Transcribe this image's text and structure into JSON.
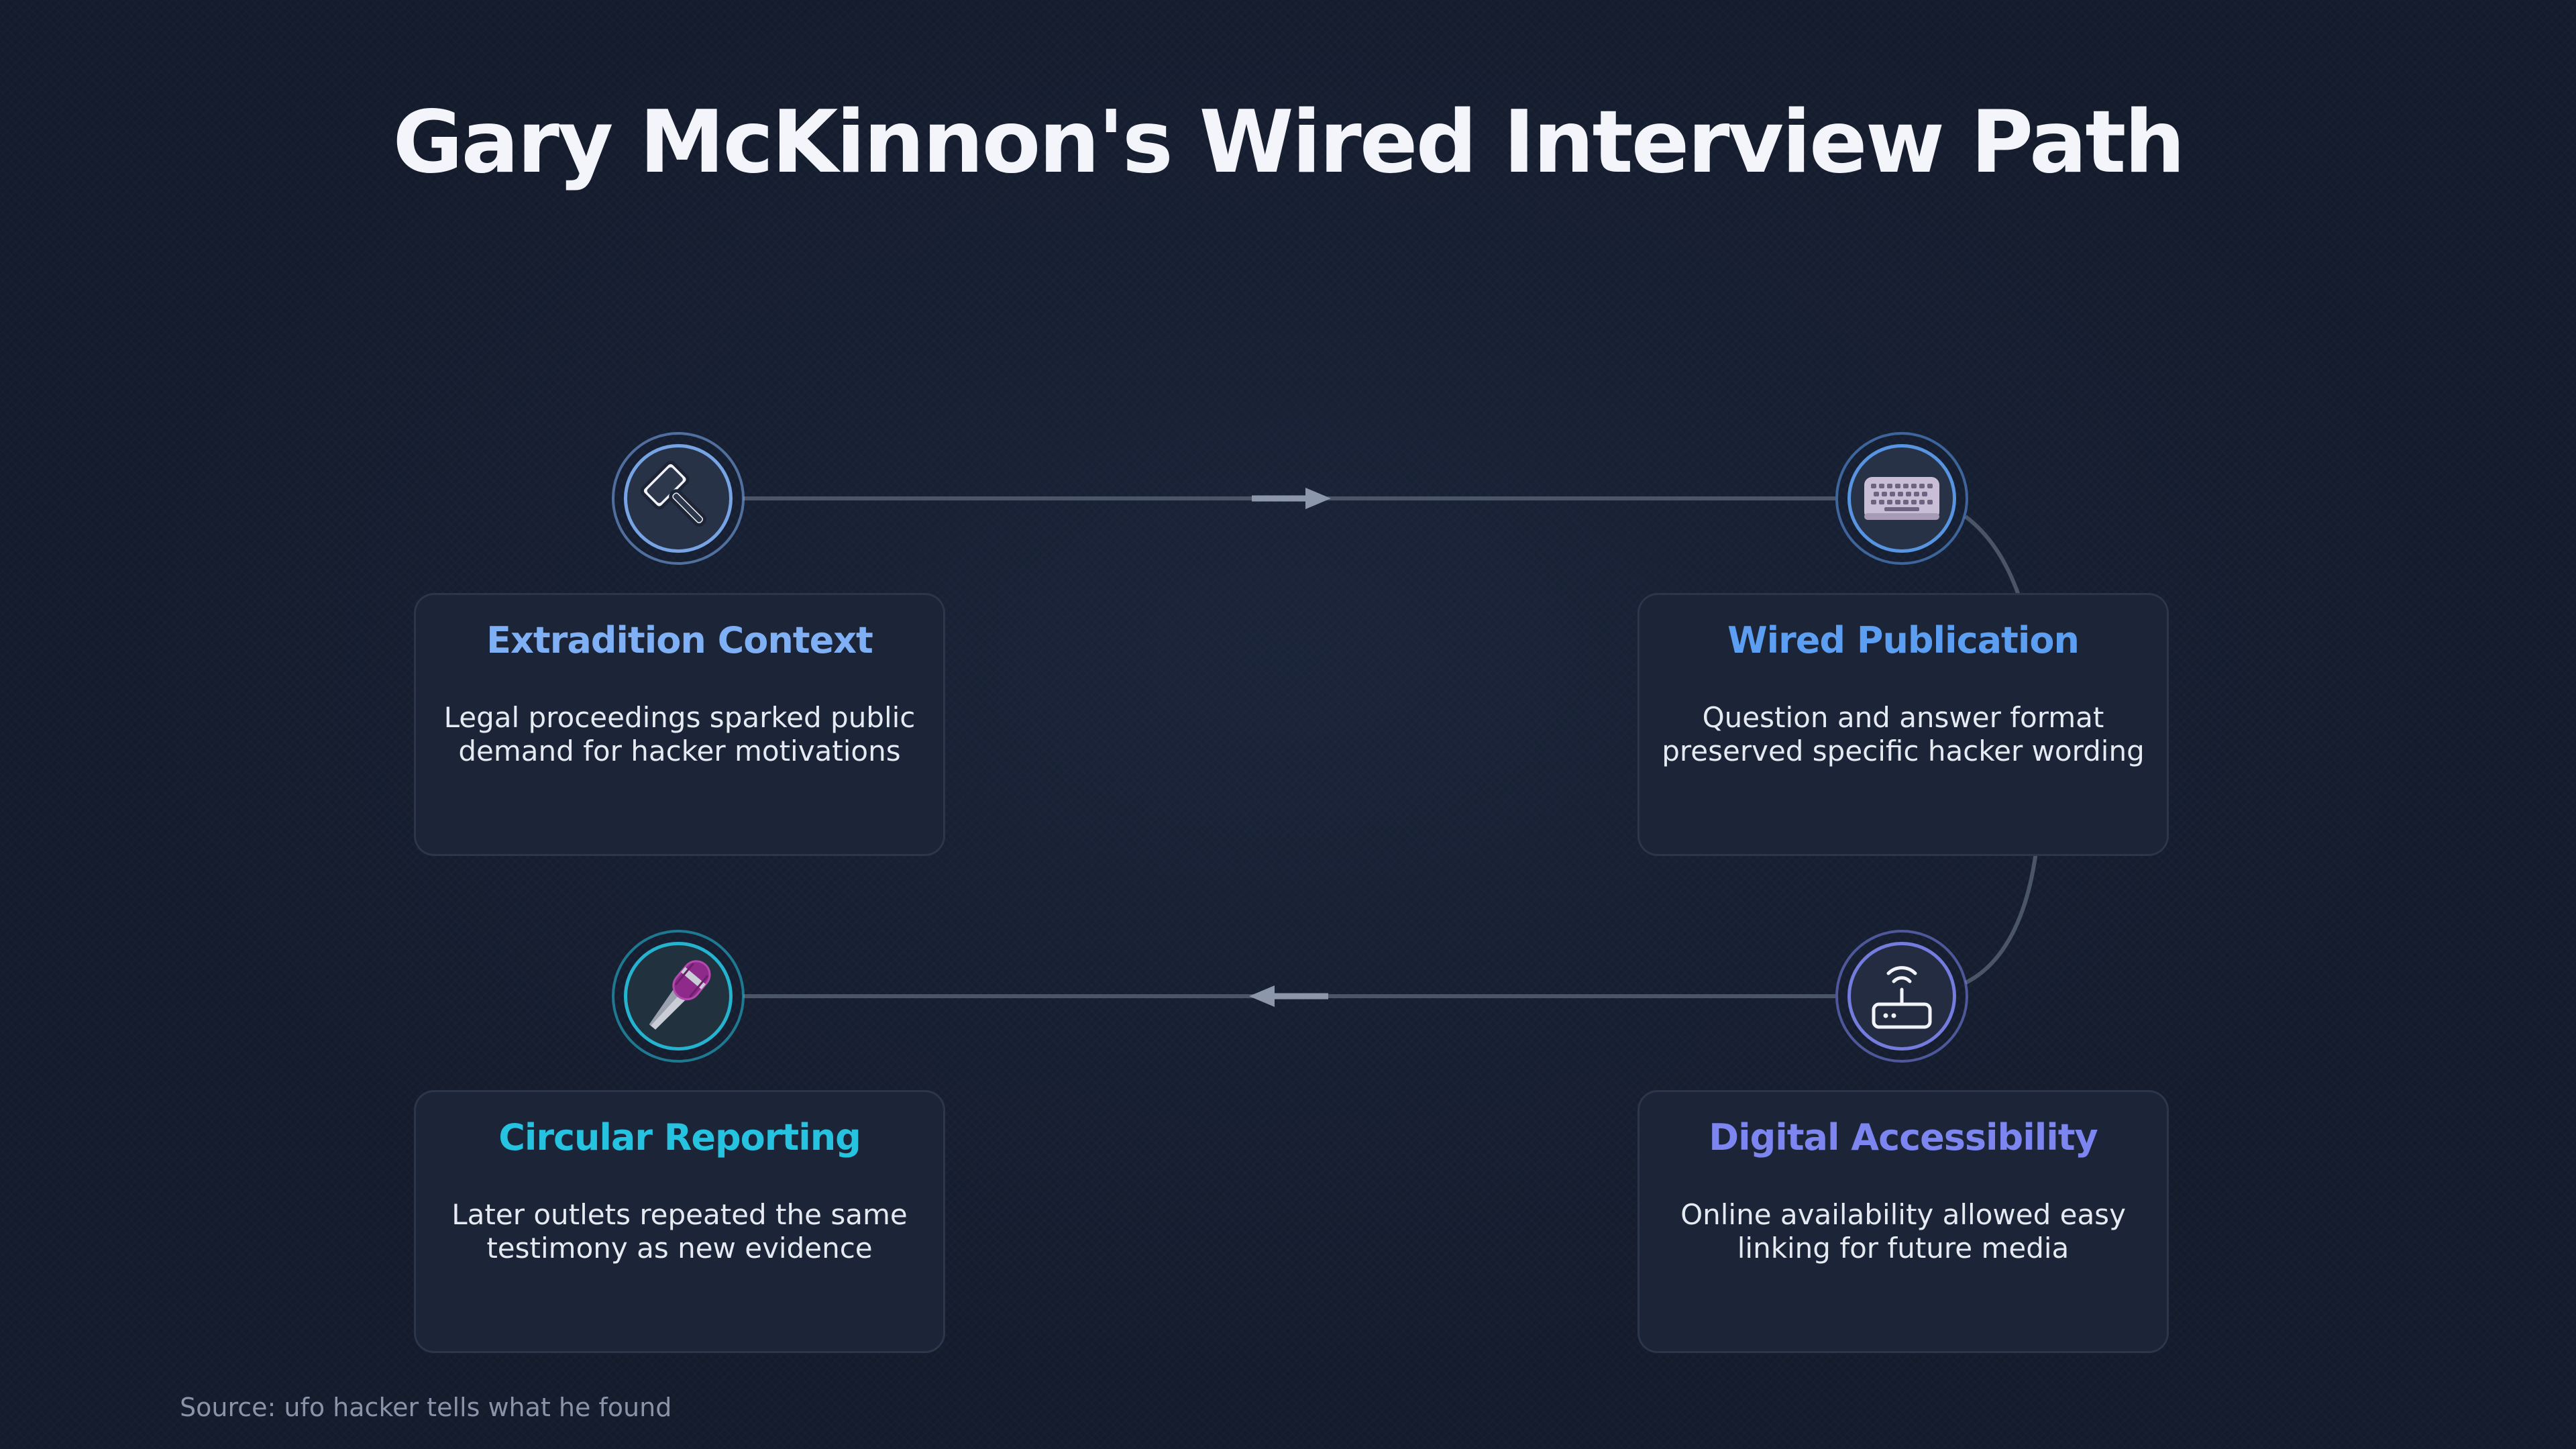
{
  "title": "Gary McKinnon's Wired Interview Path",
  "source": "Source: ufo hacker tells what he found",
  "colors": {
    "background": "#131b2c",
    "card": "#1c2538",
    "connector": "#4a5568",
    "arrow": "#8d97ab"
  },
  "steps": [
    {
      "title": "Extradition Context",
      "description": "Legal proceedings sparked public demand for hacker motivations",
      "icon": "gavel-icon",
      "accent": "#7fb0f5"
    },
    {
      "title": "Wired Publication",
      "description": "Question and answer format preserved specific hacker wording",
      "icon": "keyboard-icon",
      "accent": "#5c9ef2"
    },
    {
      "title": "Digital Accessibility",
      "description": "Online availability allowed easy linking for future media",
      "icon": "router-icon",
      "accent": "#7d86f0"
    },
    {
      "title": "Circular Reporting",
      "description": "Later outlets repeated the same testimony as new evidence",
      "icon": "microphone-icon",
      "accent": "#25c3e0"
    }
  ]
}
